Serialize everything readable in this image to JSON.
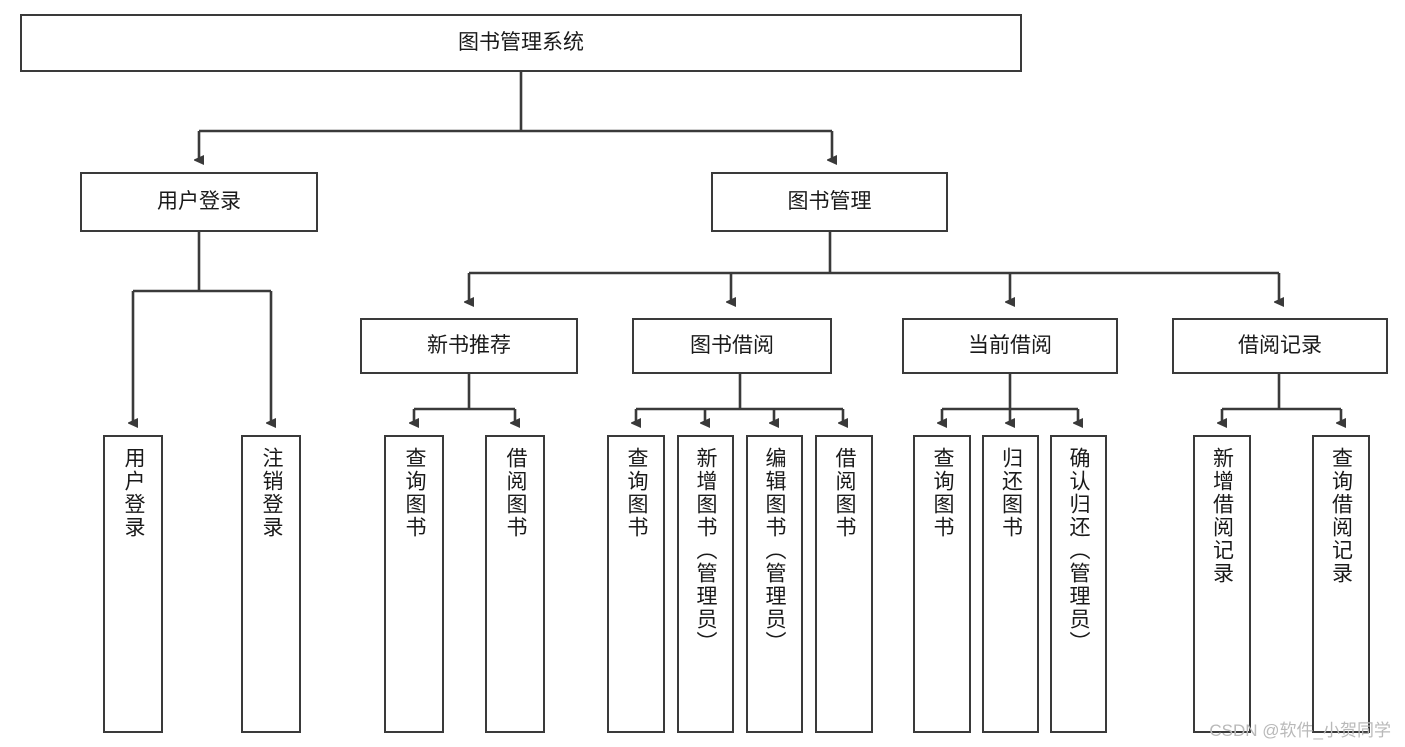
{
  "diagram": {
    "type": "tree",
    "title": "图书管理系统",
    "colors": {
      "box_border": "#3a3a3a",
      "box_fill": "#ffffff",
      "line": "#3a3a3a",
      "text": "#1a1a1a",
      "watermark": "#b9b9b9"
    },
    "root": {
      "id": "root",
      "label": "图书管理系统",
      "orientation": "horizontal"
    },
    "level1": [
      {
        "id": "user-login",
        "label": "用户登录",
        "orientation": "horizontal"
      },
      {
        "id": "book-management",
        "label": "图书管理",
        "orientation": "horizontal"
      }
    ],
    "level2": [
      {
        "id": "new-book-recommend",
        "label": "新书推荐",
        "orientation": "horizontal",
        "parent": "book-management"
      },
      {
        "id": "book-borrow",
        "label": "图书借阅",
        "orientation": "horizontal",
        "parent": "book-management"
      },
      {
        "id": "current-borrow",
        "label": "当前借阅",
        "orientation": "horizontal",
        "parent": "book-management"
      },
      {
        "id": "borrow-record",
        "label": "借阅记录",
        "orientation": "horizontal",
        "parent": "book-management"
      }
    ],
    "leaves": [
      {
        "id": "leaf-user-login",
        "label": "用户登录",
        "parent": "user-login",
        "orientation": "vertical"
      },
      {
        "id": "leaf-user-logout",
        "label": "注销登录",
        "parent": "user-login",
        "orientation": "vertical"
      },
      {
        "id": "leaf-query-book-1",
        "label": "查询图书",
        "parent": "new-book-recommend",
        "orientation": "vertical"
      },
      {
        "id": "leaf-borrow-book-1",
        "label": "借阅图书",
        "parent": "new-book-recommend",
        "orientation": "vertical"
      },
      {
        "id": "leaf-query-book-2",
        "label": "查询图书",
        "parent": "book-borrow",
        "orientation": "vertical"
      },
      {
        "id": "leaf-add-book",
        "label": "新增图书（管理员）",
        "parent": "book-borrow",
        "orientation": "vertical"
      },
      {
        "id": "leaf-edit-book",
        "label": "编辑图书（管理员）",
        "parent": "book-borrow",
        "orientation": "vertical"
      },
      {
        "id": "leaf-borrow-book-2",
        "label": "借阅图书",
        "parent": "book-borrow",
        "orientation": "vertical"
      },
      {
        "id": "leaf-query-book-3",
        "label": "查询图书",
        "parent": "current-borrow",
        "orientation": "vertical"
      },
      {
        "id": "leaf-return-book",
        "label": "归还图书",
        "parent": "current-borrow",
        "orientation": "vertical"
      },
      {
        "id": "leaf-confirm-return",
        "label": "确认归还（管理员）",
        "parent": "current-borrow",
        "orientation": "vertical"
      },
      {
        "id": "leaf-add-record",
        "label": "新增借阅记录",
        "parent": "borrow-record",
        "orientation": "vertical"
      },
      {
        "id": "leaf-query-record",
        "label": "查询借阅记录",
        "parent": "borrow-record",
        "orientation": "vertical"
      }
    ],
    "watermark": "CSDN @软件_小贺同学"
  }
}
